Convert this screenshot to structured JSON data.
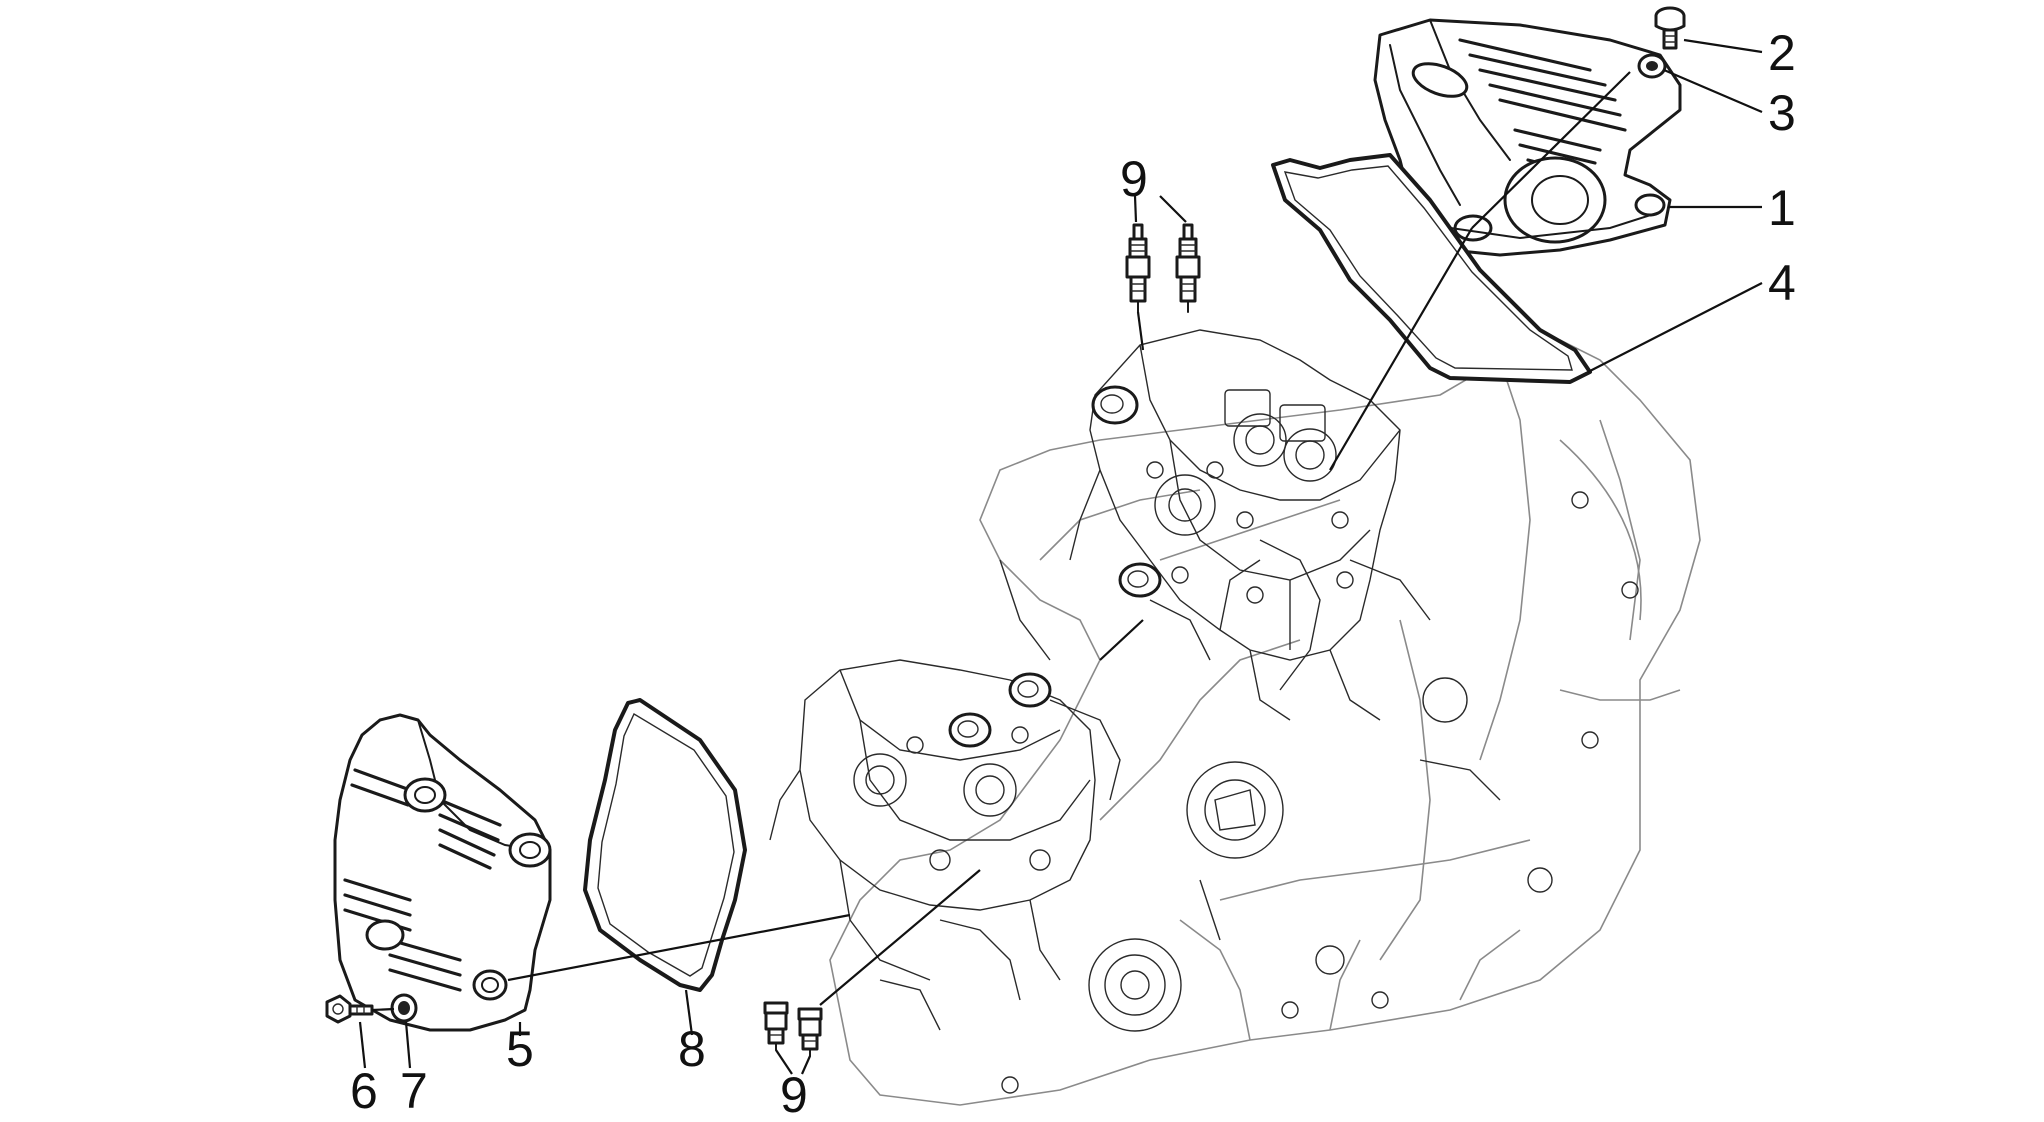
{
  "diagram": {
    "callouts": [
      {
        "id": "c2",
        "text": "2"
      },
      {
        "id": "c3",
        "text": "3"
      },
      {
        "id": "c1",
        "text": "1"
      },
      {
        "id": "c4",
        "text": "4"
      },
      {
        "id": "c9a",
        "text": "9"
      },
      {
        "id": "c8",
        "text": "8"
      },
      {
        "id": "c5",
        "text": "5"
      },
      {
        "id": "c6",
        "text": "6"
      },
      {
        "id": "c7",
        "text": "7"
      },
      {
        "id": "c9b",
        "text": "9"
      }
    ]
  }
}
